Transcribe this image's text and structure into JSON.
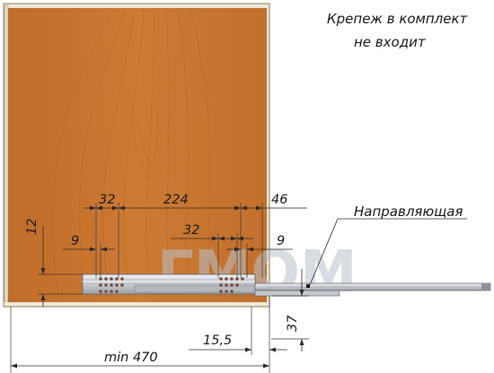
{
  "note": {
    "line1": "Крепеж в комплект",
    "line2": "не входит"
  },
  "callout": {
    "label": "Направляющая"
  },
  "dimensions": {
    "d32_left": "32",
    "d224": "224",
    "d46": "46",
    "d32_right": "32",
    "d9_left": "9",
    "d9_right": "9",
    "d12": "12",
    "d37": "37",
    "d15_5": "15,5",
    "dmin470": "min 470"
  },
  "colors": {
    "wood": "#c7732e",
    "wood_grain": "#a85a22",
    "edge": "#e9e1cf",
    "rail": "#c9ccd2",
    "watermark": "#b8c3cc"
  }
}
